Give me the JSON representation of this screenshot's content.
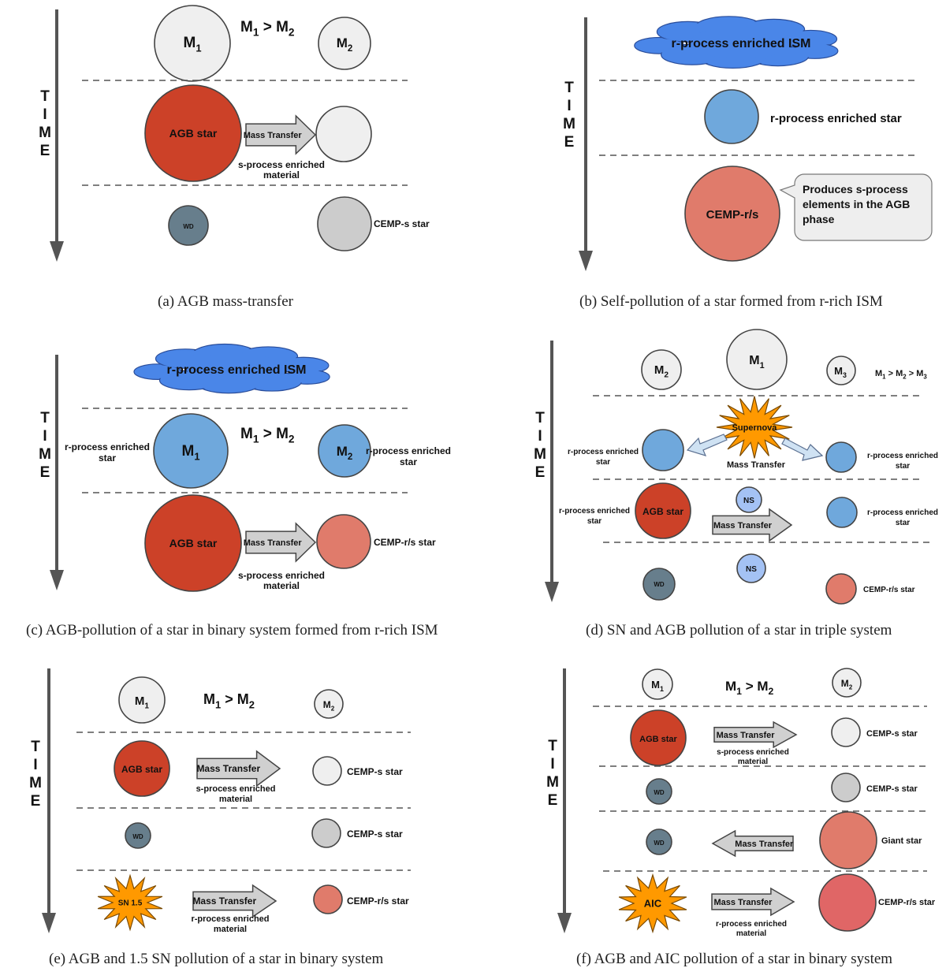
{
  "common": {
    "time_letters": [
      "T",
      "I",
      "M",
      "E"
    ],
    "ratio_two": [
      "M",
      "1",
      " > ",
      "M",
      "2"
    ],
    "ratio_three": [
      "M",
      "1",
      " > ",
      "M",
      "2",
      " > ",
      "M",
      "3"
    ],
    "m1": [
      "M",
      "1"
    ],
    "m2": [
      "M",
      "2"
    ],
    "m3": [
      "M",
      "3"
    ],
    "agb_star": "AGB star",
    "mass_transfer": "Mass Transfer",
    "wd": "WD",
    "ns": "NS",
    "cemp_s": "CEMP-s star",
    "cemp_rs": "CEMP-r/s star",
    "cemp_rs_short": "CEMP-r/s",
    "s_material": [
      "s-process enriched",
      "material"
    ],
    "r_material": [
      "r-process enriched",
      "material"
    ],
    "r_star_two_lines": [
      "r-process enriched",
      "star"
    ],
    "r_star_one_line": "r-process enriched star",
    "r_ism": "r-process enriched ISM",
    "supernova": "Supernova",
    "sn15": "SN 1.5",
    "aic": "AIC",
    "giant": "Giant star",
    "callout": [
      "Produces s-process",
      "elements in the AGB",
      "phase"
    ]
  },
  "colors": {
    "agb": "#cc4128",
    "light_grey": "#efefef",
    "grey": "#cccccc",
    "wd": "#677e8c",
    "r_blue": "#6fa8dc",
    "ism_blue": "#4a86e8",
    "ns_blue": "#a4c2f4",
    "cemp_rs": "#e07b6b",
    "cemp_rs_f": "#e06666",
    "giant": "#e07b6b",
    "burst": "#ff9900",
    "arrow_fill": "#d0d0d0",
    "arrow_blue": "#cfe2f3"
  },
  "captions": {
    "a": "(a)  AGB mass-transfer",
    "b": "(b)  Self-pollution of a star formed from r-rich ISM",
    "c": "(c)  AGB-pollution of a star in binary system formed from r-rich ISM",
    "d": "(d)  SN and AGB pollution of a star in triple system",
    "e": "(e)  AGB and 1.5 SN pollution of a star in binary system",
    "f": "(f)  AGB and AIC pollution of a star in binary system"
  }
}
